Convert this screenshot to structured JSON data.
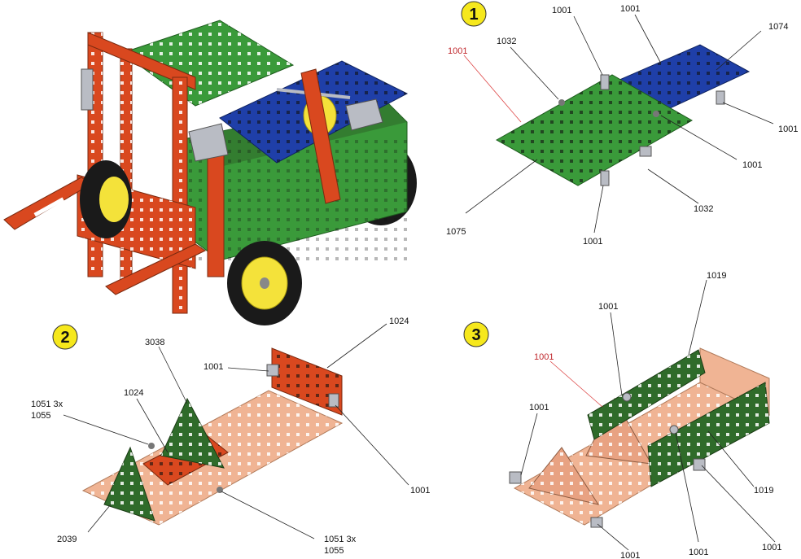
{
  "colors": {
    "orange": "#d9481f",
    "green": "#3a9a3a",
    "dark_green": "#2f6b2a",
    "blue": "#1f3fa8",
    "salmon": "#f0b494",
    "yellow": "#f4e23a",
    "tire": "#1a1a1a",
    "bracket": "#b9bcc4",
    "step_circle": "#f6e81c",
    "accent_red": "#c0282d"
  },
  "steps": [
    {
      "number": "1"
    },
    {
      "number": "2"
    },
    {
      "number": "3"
    }
  ],
  "step1": {
    "labels": {
      "l1001_red": "1001",
      "l1032_top": "1032",
      "l1001_a": "1001",
      "l1001_b": "1001",
      "l1074": "1074",
      "l1001_c": "1001",
      "l1001_d": "1001",
      "l1075": "1075",
      "l1032_bot": "1032",
      "l1001_e": "1001"
    }
  },
  "step2": {
    "labels": {
      "l3038": "3038",
      "l1024_top": "1024",
      "l1001_a": "1001",
      "l1024_mid": "1024",
      "l1051_a": "1051 3x",
      "l1055_a": "1055",
      "l2039": "2039",
      "l1001_b": "1001",
      "l1051_b": "1051 3x",
      "l1055_b": "1055"
    }
  },
  "step3": {
    "labels": {
      "l1019_top": "1019",
      "l1001_a": "1001",
      "l1001_red": "1001",
      "l1001_b": "1001",
      "l1019_bot": "1019",
      "l1001_c": "1001",
      "l1001_d": "1001",
      "l1001_e": "1001"
    }
  }
}
